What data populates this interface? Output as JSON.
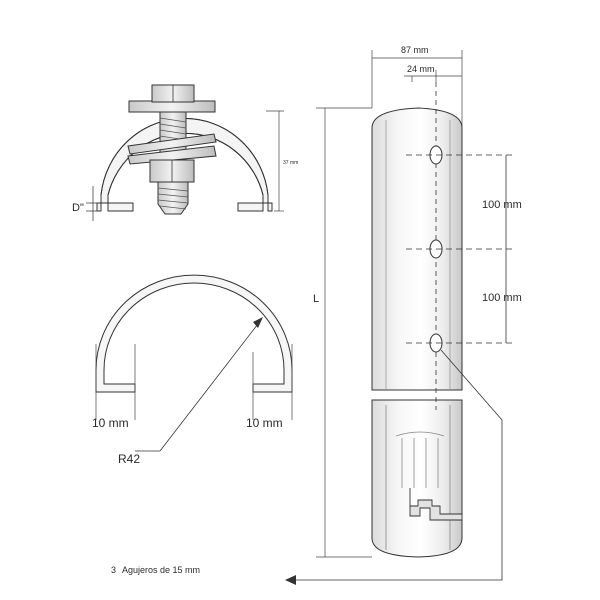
{
  "labels": {
    "width_total": "87 mm",
    "width_inner": "24 mm",
    "hole_spacing_1": "100 mm",
    "hole_spacing_2": "100 mm",
    "length": "L",
    "clamp_height": "37 mm",
    "pipe_diameter": "D\"",
    "flange_left": "10 mm",
    "flange_right": "10 mm",
    "radius": "R42",
    "hole_count": "3",
    "hole_note": "Agujeros de 15 mm"
  }
}
